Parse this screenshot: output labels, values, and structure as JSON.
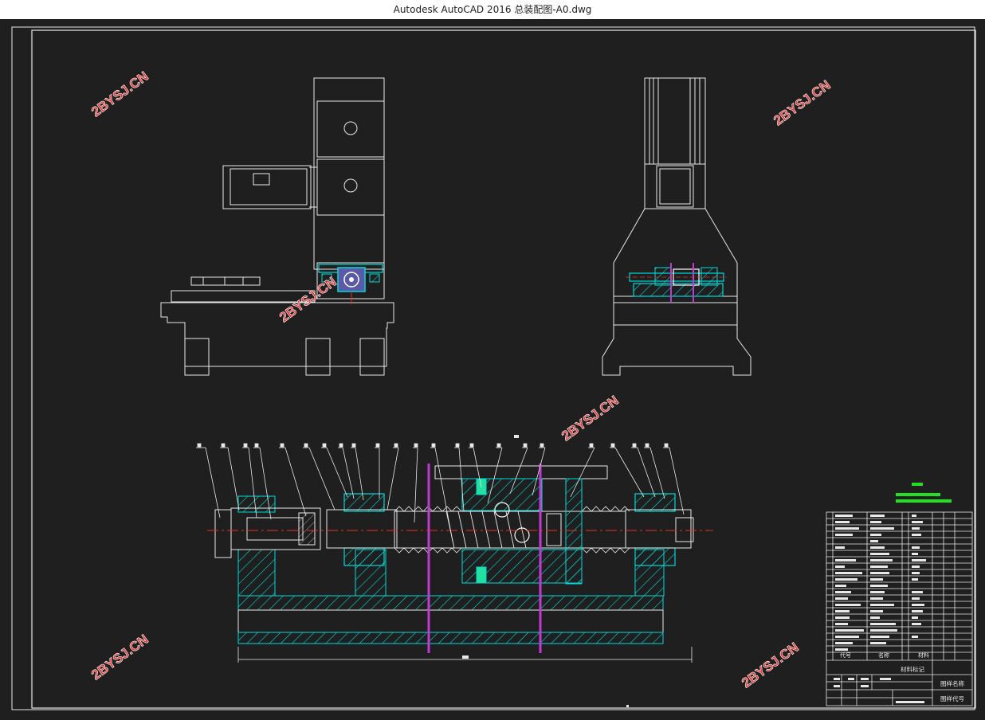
{
  "window": {
    "title": "Autodesk AutoCAD 2016     总装配图-A0.dwg"
  },
  "watermark": {
    "text": "2BYSJ.CN",
    "color": "#e23a3a"
  },
  "colors": {
    "line": "#e8e8e8",
    "cyan": "#00d9d9",
    "magenta": "#c03cd0",
    "red": "#e03030",
    "green": "#21e021",
    "background": "#1f1f1f"
  },
  "title_block": {
    "material_mark": "材料标记",
    "drawing_name": "图样名称",
    "drawing_code": "图样代号",
    "col_code": "代号",
    "col_name": "名称",
    "col_material": "材料"
  }
}
